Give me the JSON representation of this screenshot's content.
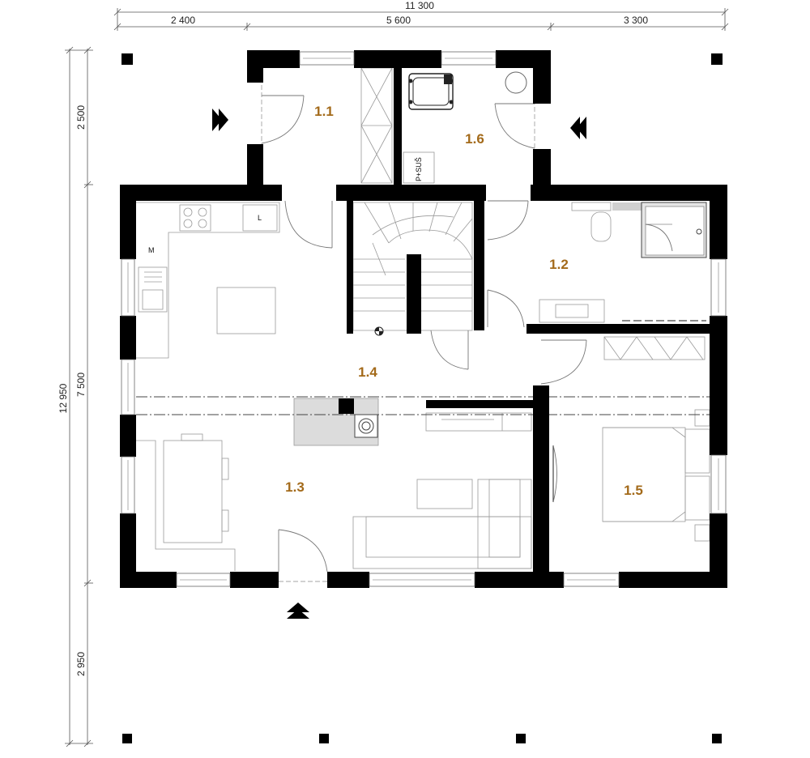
{
  "dimensions": {
    "top_total": "11 300",
    "top_left": "2 400",
    "top_mid": "5 600",
    "top_right": "3 300",
    "left_total": "12 950",
    "left_top": "2 500",
    "left_mid": "7 500",
    "left_bottom": "2 950"
  },
  "rooms": {
    "r11": "1.1",
    "r12": "1.2",
    "r13": "1.3",
    "r14": "1.4",
    "r15": "1.5",
    "r16": "1.6"
  },
  "labels": {
    "fridge": "L",
    "microwave": "M",
    "washer_dryer": "P+SUŠ"
  },
  "colors": {
    "wall": "#000000",
    "room_label": "#a36a1a",
    "furniture_line": "#9a9a9a"
  }
}
